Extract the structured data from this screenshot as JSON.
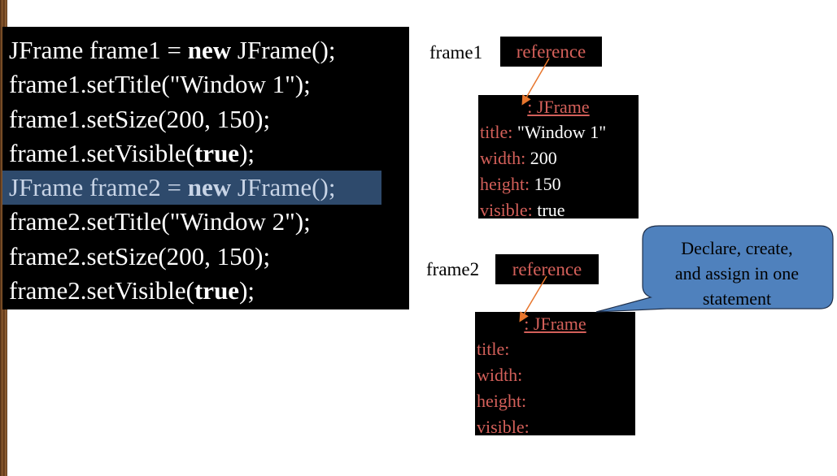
{
  "code_lines": [
    {
      "pre": "JFrame frame1 = ",
      "kw": "new",
      "post": " JFrame();"
    },
    {
      "pre": "frame1.setTitle(\"Window 1\");",
      "kw": "",
      "post": ""
    },
    {
      "pre": "frame1.setSize(200, 150);",
      "kw": "",
      "post": ""
    },
    {
      "pre": "frame1.setVisible(",
      "kw": "true",
      "post": ");"
    },
    {
      "pre": "JFrame frame2 = ",
      "kw": "new",
      "post": " JFrame();"
    },
    {
      "pre": "frame2.setTitle(\"Window 2\");",
      "kw": "",
      "post": ""
    },
    {
      "pre": "frame2.setSize(200, 150);",
      "kw": "",
      "post": ""
    },
    {
      "pre": "frame2.setVisible(",
      "kw": "true",
      "post": ");"
    }
  ],
  "frame1": {
    "var_label": "frame1",
    "ref_label": "reference",
    "obj_title": ": JFrame",
    "fields": [
      {
        "key": "title:",
        "value": " \"Window 1\""
      },
      {
        "key": "width:",
        "value": " 200"
      },
      {
        "key": "height:",
        "value": " 150"
      },
      {
        "key": "visible:",
        "value": " true"
      }
    ]
  },
  "frame2": {
    "var_label": "frame2",
    "ref_label": "reference",
    "obj_title": ": JFrame",
    "fields": [
      {
        "key": "title:",
        "value": ""
      },
      {
        "key": "width:",
        "value": ""
      },
      {
        "key": "height:",
        "value": ""
      },
      {
        "key": "visible:",
        "value": ""
      }
    ]
  },
  "callout": {
    "line1": "Declare, create,",
    "line2": "and assign in one",
    "line3": "statement"
  },
  "colors": {
    "label_red": "#d4605a",
    "highlight": "#2e4a6c",
    "callout_fill": "#4f81bd",
    "arrow": "#e8762d"
  }
}
